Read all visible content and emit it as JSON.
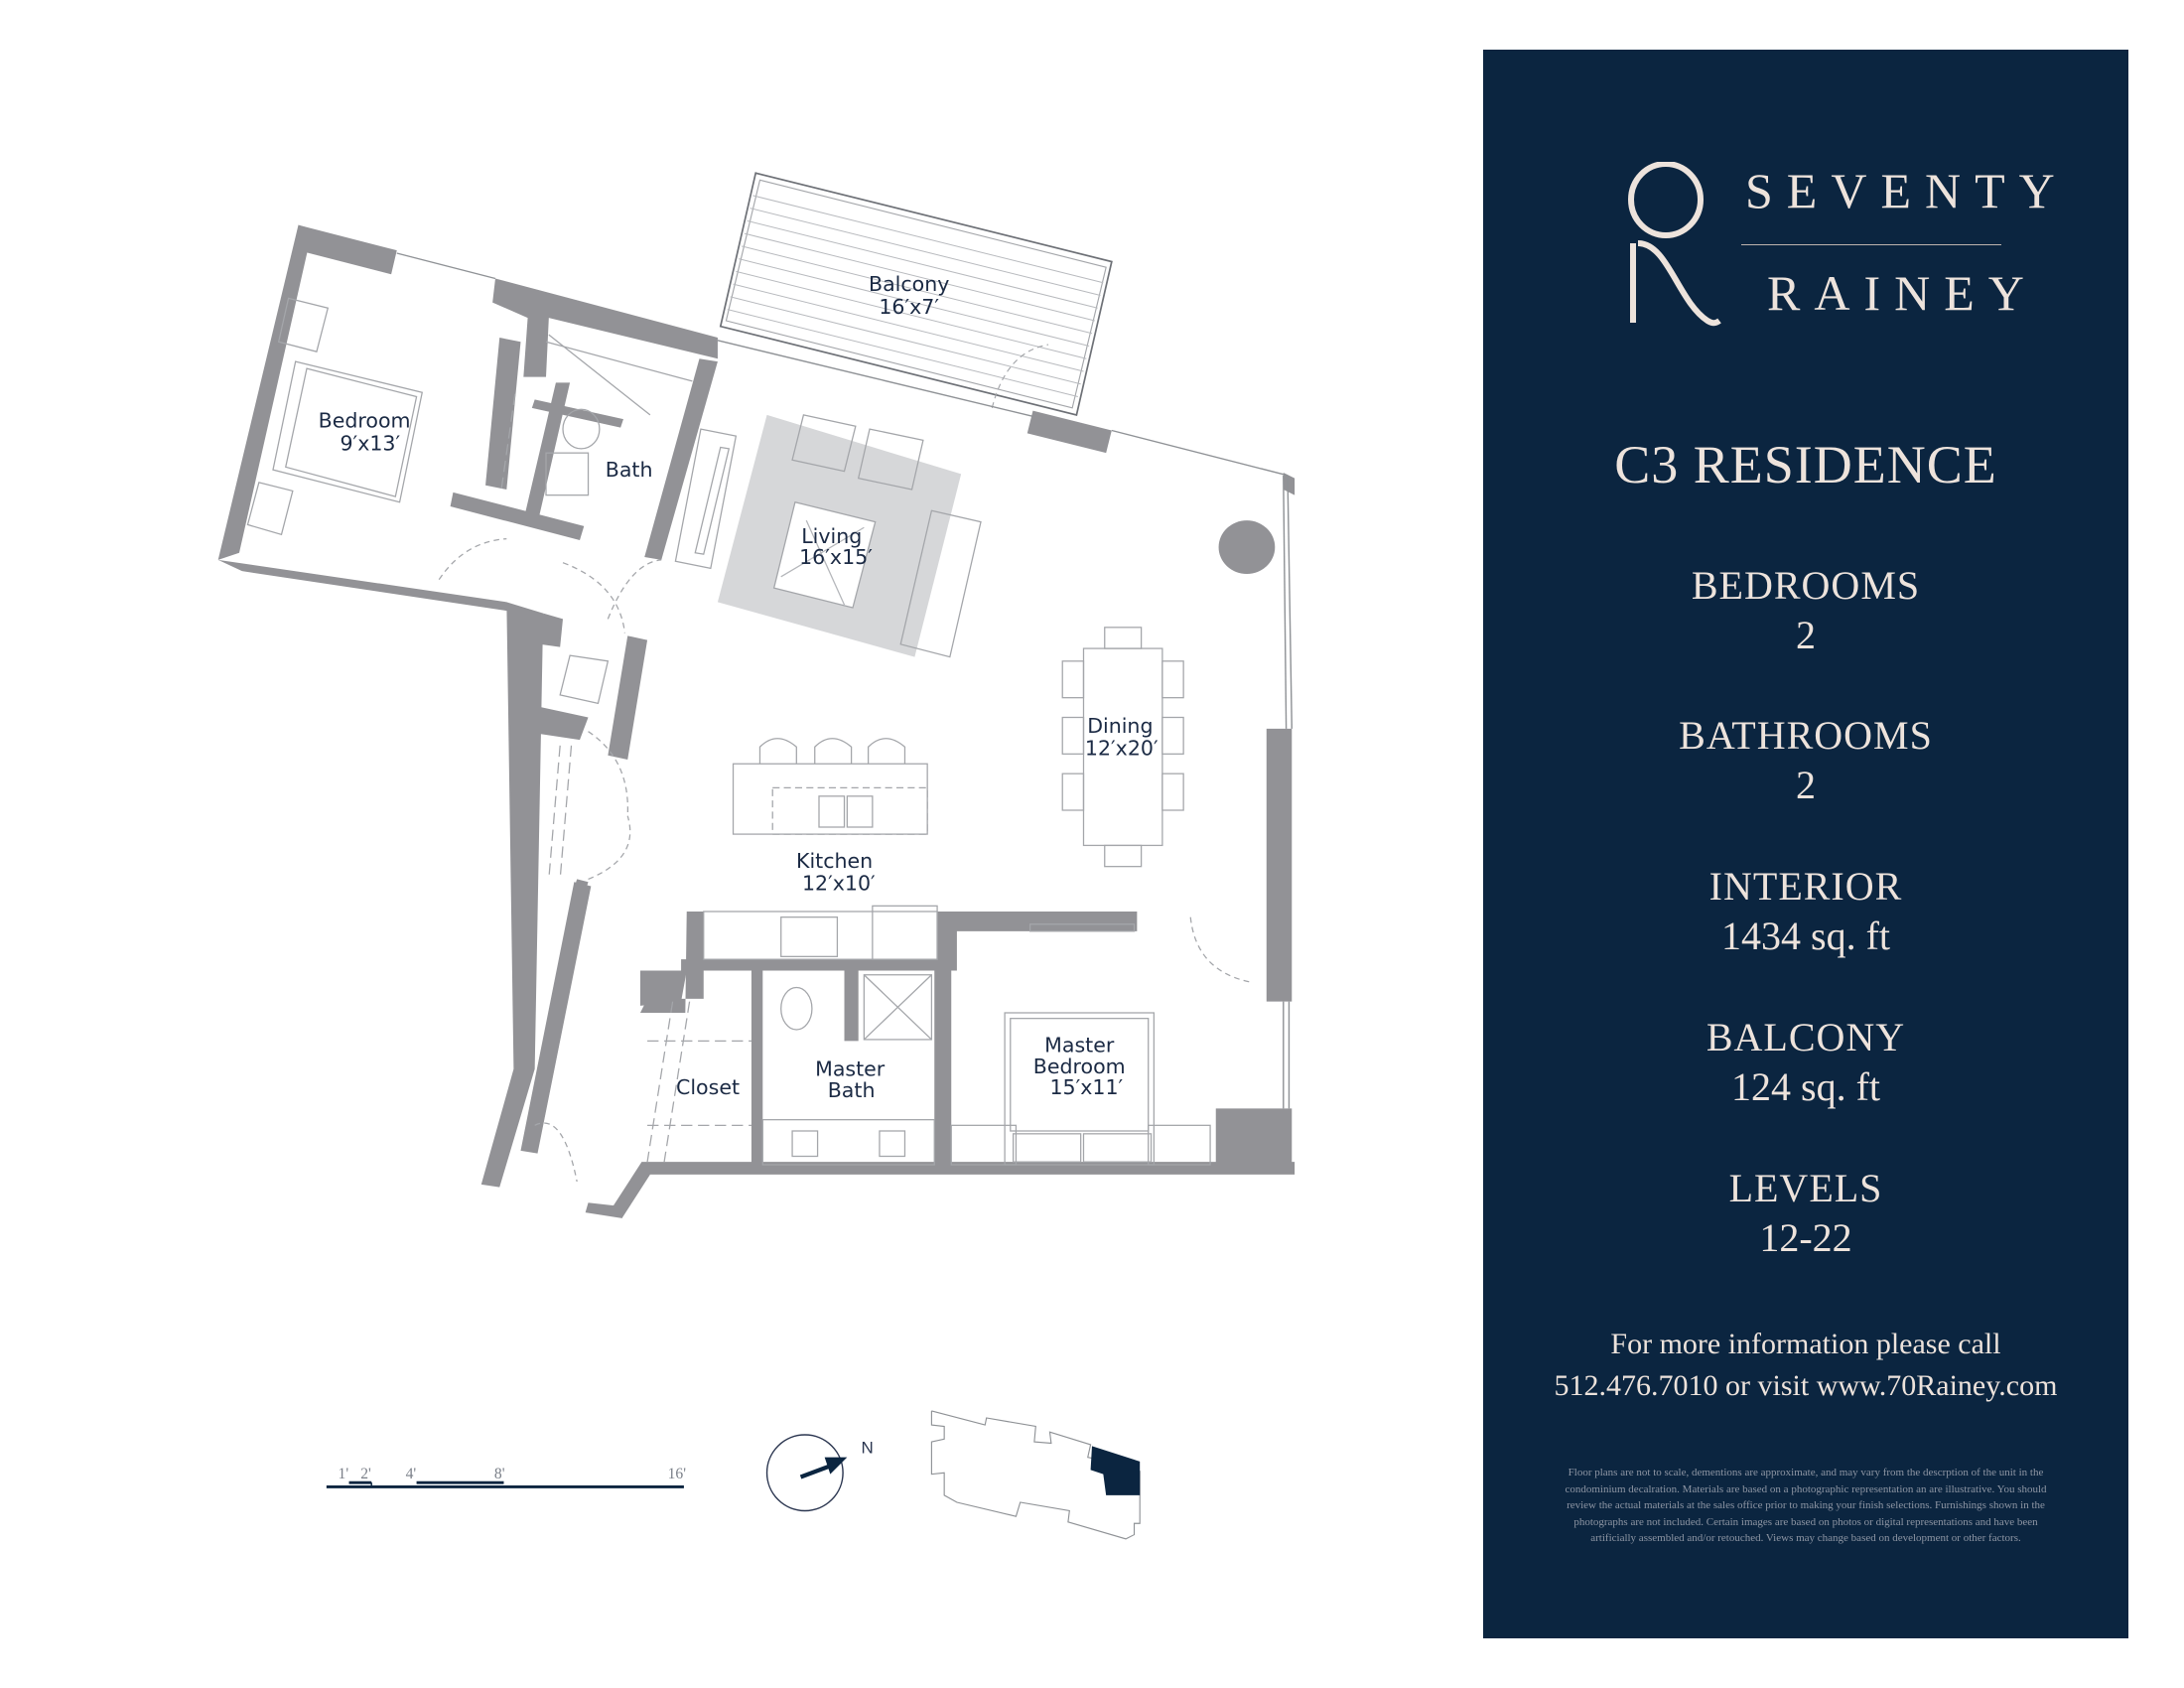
{
  "brand": {
    "line1": "SEVENTY",
    "line2": "RAINEY",
    "monogram": "70",
    "colors": {
      "panel_bg": "#0b2540",
      "panel_text": "#ede3dc",
      "wall": "#929296",
      "rug": "#d6d7d9"
    }
  },
  "residence": {
    "title": "C3 RESIDENCE",
    "stats": [
      {
        "label": "BEDROOMS",
        "value": "2"
      },
      {
        "label": "BATHROOMS",
        "value": "2"
      },
      {
        "label": "INTERIOR",
        "value": "1434 sq. ft"
      },
      {
        "label": "BALCONY",
        "value": "124 sq. ft"
      },
      {
        "label": "LEVELS",
        "value": "12-22"
      }
    ]
  },
  "contact": {
    "line1": "For more information please call",
    "line2": "512.476.7010 or visit www.70Rainey.com"
  },
  "disclaimer": "Floor plans are not to scale, dementions are approximate, and may vary from the descrption of the unit in the condominium decalration. Materials are based on a photographic representation an are illustrative. You should review the actual materials at the sales office prior to making your finish selections. Furnishings shown in the photographs are not included. Certain images are based on photos or digital representations and have been artificially assembled and/or retouched. Views may change based on development or other factors.",
  "rooms": [
    {
      "name": "Balcony",
      "size": "16′x7′"
    },
    {
      "name": "Bedroom",
      "size": "9′x13′"
    },
    {
      "name": "Bath",
      "size": ""
    },
    {
      "name": "Living",
      "size": "16′x15′"
    },
    {
      "name": "Dining",
      "size": "12′x20′"
    },
    {
      "name": "Kitchen",
      "size": "12′x10′"
    },
    {
      "name": "Closet",
      "size": ""
    },
    {
      "name": "Master",
      "name2": "Bath",
      "size": ""
    },
    {
      "name": "Master",
      "name2": "Bedroom",
      "size": "15′x11′"
    }
  ],
  "scale_bar": {
    "ticks": [
      "1'",
      "2'",
      "4'",
      "8'",
      "16'"
    ]
  },
  "compass": {
    "label": "N",
    "icon": "north-arrow-icon"
  },
  "key_plan": {
    "icon": "building-key-plan-icon"
  }
}
